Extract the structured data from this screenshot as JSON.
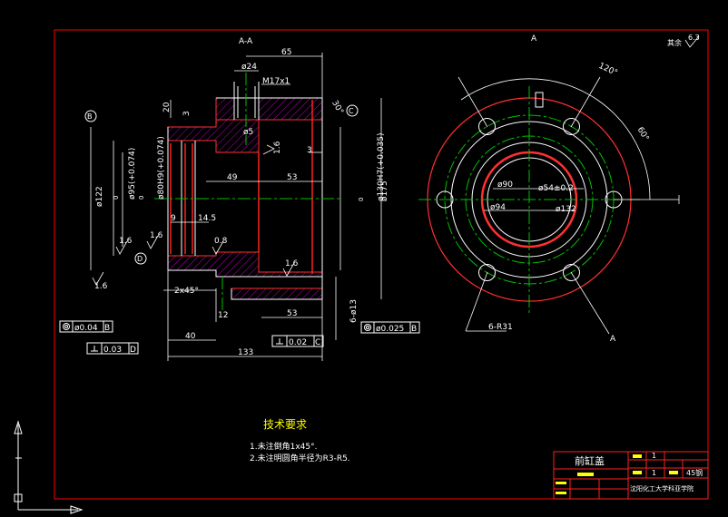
{
  "section": {
    "label": "A-A",
    "mark": "A"
  },
  "dims": {
    "d65": "65",
    "d24": "ø24",
    "m17": "M17x1",
    "d20": "20",
    "d3a": "3",
    "d30": "30°",
    "d5": "ø5",
    "r18": "1.6",
    "d3b": "3",
    "d122": "ø122",
    "d95": "ø95(+0.074)",
    "d95b": "0",
    "d80": "ø80H9(+0.074)",
    "d80b": "0",
    "d49": "49",
    "d53a": "53",
    "d130": "ø130H7(+0.035)",
    "d130b": "0",
    "d175": "ø175",
    "d9": "9",
    "d145": "14.5",
    "r16a": "1.6",
    "r16b": "1.6",
    "r08": "0.8",
    "r16c": "1.6",
    "r16d": "1.6",
    "ch": "2x45°",
    "d12": "12",
    "d53b": "53",
    "d613": "6-ø13",
    "d40": "40",
    "d133": "133",
    "d120deg": "120°",
    "d60deg": "60°",
    "d90": "ø90",
    "d54": "ø54±0.2",
    "d94": "ø94",
    "d132": "ø132",
    "r31": "6-R31"
  },
  "datums": {
    "b": "B",
    "c": "C",
    "d": "D"
  },
  "tolerances": {
    "t1_val": "ø0.04",
    "t1_ref": "B",
    "t2_val": "0.03",
    "t2_ref": "D",
    "t3_val": "0.02",
    "t3_ref": "C",
    "t4_val": "ø0.025",
    "t4_ref": "B"
  },
  "roughness_rest": {
    "label": "其余",
    "value": "6.3"
  },
  "requirements": {
    "title": "技术要求",
    "items": [
      "1.未注倒角1x45°.",
      "2.未注明圆角半径为R3-R5."
    ]
  },
  "titleblock": {
    "name": "前缸盖",
    "qty": "1",
    "scale": "1",
    "material": "45钢",
    "school": "沈阳化工大学科亚学院"
  },
  "colors": {
    "frame": "#ff0000",
    "dim": "#ffffff",
    "center": "#00c000",
    "hatch": "#c000c0",
    "cyan": "#00e0e0",
    "yellow": "#ffff00"
  }
}
